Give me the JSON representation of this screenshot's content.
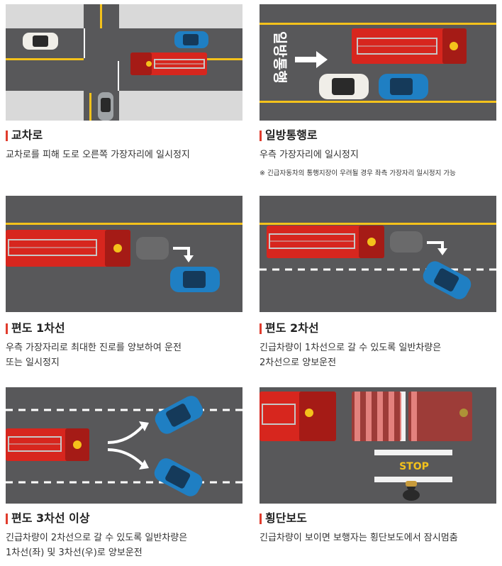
{
  "panels": [
    {
      "title": "교차로",
      "lines": [
        "교차로를 피해 도로 오른쪽 가장자리에 일시정지"
      ]
    },
    {
      "title": "일방통행로",
      "lines": [
        "우측 가장자리에 일시정지"
      ],
      "note": "※ 긴급자동차의 통행지장이 우려될 경우 좌측 가장자리 일시정지 가능",
      "road_text": "일방통행"
    },
    {
      "title": "편도 1차선",
      "lines": [
        "우측 가장자리로 최대한 진로를 양보하여 운전",
        "또는 일시정지"
      ]
    },
    {
      "title": "편도 2차선",
      "lines": [
        "긴급차량이 1차선으로 갈 수 있도록 일반차량은",
        "2차선으로 양보운전"
      ]
    },
    {
      "title": "편도 3차선 이상",
      "lines": [
        "긴급차량이 2차선으로 갈 수 있도록 일반차량은",
        "1차선(좌) 및 3차선(우)로 양보운전"
      ]
    },
    {
      "title": "횡단보도",
      "lines": [
        "긴급차량이 보이면 보행자는 횡단보도에서 잠시멈춤"
      ],
      "road_text": "STOP"
    }
  ],
  "colors": {
    "road": "#58585a",
    "grass": "#d9d9d9",
    "yellow": "#f4c21b",
    "truck": "#d7261e",
    "blue_car": "#1f7fc3",
    "accent": "#e03c2d"
  }
}
